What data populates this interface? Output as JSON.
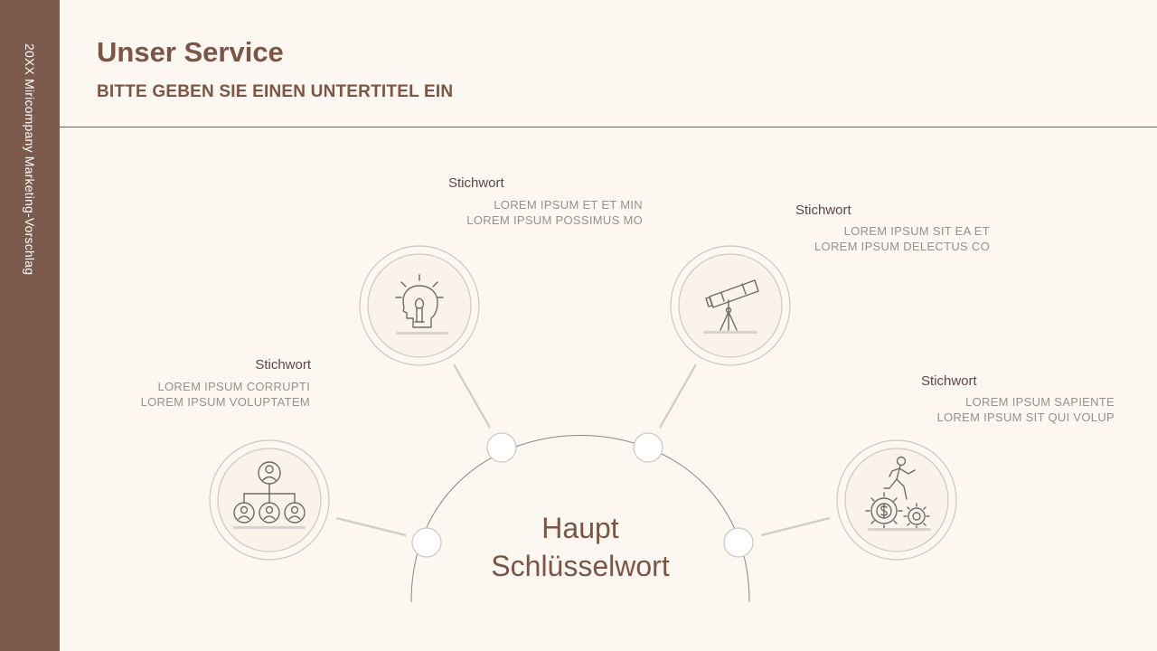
{
  "sidebar": {
    "label": "20XX Miricompany Marketing-Vorschlag"
  },
  "header": {
    "title": "Unser Service",
    "subtitle": "BITTE GEBEN SIE EINEN UNTERTITEL EIN"
  },
  "center": {
    "line1": "Haupt",
    "line2": "Schlüsselwort"
  },
  "nodes": [
    {
      "title": "Stichwort",
      "line1": "LOREM IPSUM CORRUPTI",
      "line2": "LOREM IPSUM VOLUPTATEM",
      "icon": "org-chart-icon"
    },
    {
      "title": "Stichwort",
      "line1": "LOREM IPSUM ET ET MIN",
      "line2": "LOREM IPSUM POSSIMUS MO",
      "icon": "lightbulb-head-icon"
    },
    {
      "title": "Stichwort",
      "line1": "LOREM IPSUM SIT EA ET",
      "line2": "LOREM IPSUM DELECTUS CO",
      "icon": "telescope-icon"
    },
    {
      "title": "Stichwort",
      "line1": "LOREM IPSUM SAPIENTE",
      "line2": "LOREM IPSUM SIT QUI VOLUP",
      "icon": "gears-runner-icon"
    }
  ],
  "colors": {
    "sidebar": "#7c5a4c",
    "accent": "#7c5546",
    "background": "#fdf7f1"
  }
}
